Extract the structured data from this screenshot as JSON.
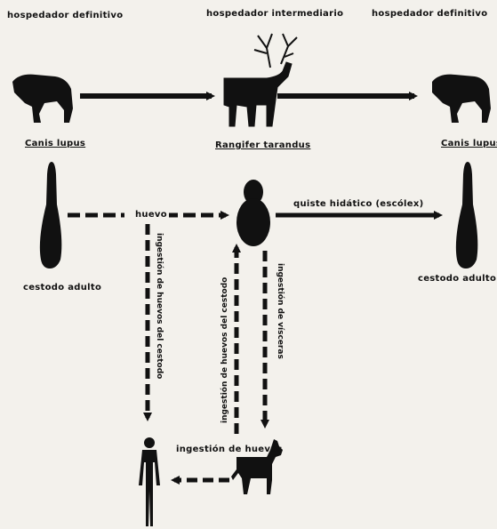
{
  "labels": {
    "host_definitive_left": "hospedador definitivo",
    "host_intermediate": "hospedador intermediario",
    "host_definitive_right": "hospedador definitivo",
    "canis_left": "Canis lupus",
    "rangifer": "Rangifer tarandus",
    "canis_right": "Canis lupus",
    "adult_left": "cestodo adulto",
    "adult_right": "cestodo adulto",
    "eggs": "huevo",
    "cyst": "quiste hidático (escólex)",
    "ingestion_eggs_cestode": "ingestión de huevos del cestodo",
    "ingestion_eggs_cestode_2": "ingestión de huevos del cestodo",
    "ingestion_viscera": "ingestión de vísceras",
    "ingestion_eggs": "ingestión de huevos"
  },
  "colors": {
    "ink": "#111111",
    "paper": "#f3f1ec"
  },
  "icons": [
    "wolf-icon",
    "reindeer-icon",
    "wolf-icon",
    "tapeworm-icon",
    "hydatid-cyst-icon",
    "tapeworm-icon",
    "human-icon",
    "dog-icon"
  ]
}
